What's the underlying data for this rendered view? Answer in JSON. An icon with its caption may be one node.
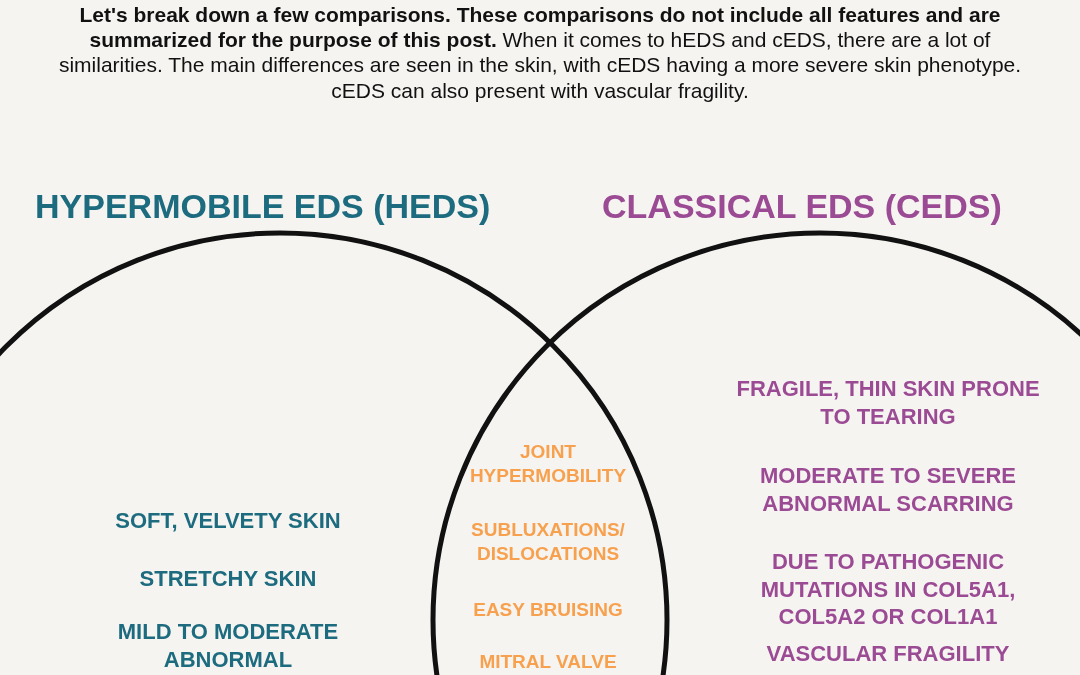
{
  "diagram": {
    "title": "**Let's break down a few comparisons. These comparisons do not include all features and are summarized for the purpose of this post.** When it comes to hEDS and cEDS, there are a lot of similarities. The main differences are seen in the skin, with cEDS having a more severe skin phenotype. cEDS can also present with vascular fragility.",
    "nodes": [
      {
        "text": [
          "HYPERMOBILE EDS (HEDS)",
          "SOFT, VELVETY SKIN",
          "STRETCHY SKIN",
          "MILD TO MODERATE ABNORMAL"
        ]
      },
      {
        "text": [
          "CLASSICAL EDS (CEDS)",
          "FRAGILE, THIN SKIN PRONE TO TEARING",
          "MODERATE TO SEVERE ABNORMAL SCARRING",
          "DUE TO PATHOGENIC MUTATIONS IN COL5A1, COL5A2 OR COL1A1",
          "VASCULAR FRAGILITY"
        ]
      }
    ],
    "edges": [],
    "labels": [
      "JOINT HYPERMOBILITY",
      "SUBLUXATIONS/ DISLOCATIONS",
      "EASY BRUISING",
      "MITRAL VALVE"
    ]
  }
}
